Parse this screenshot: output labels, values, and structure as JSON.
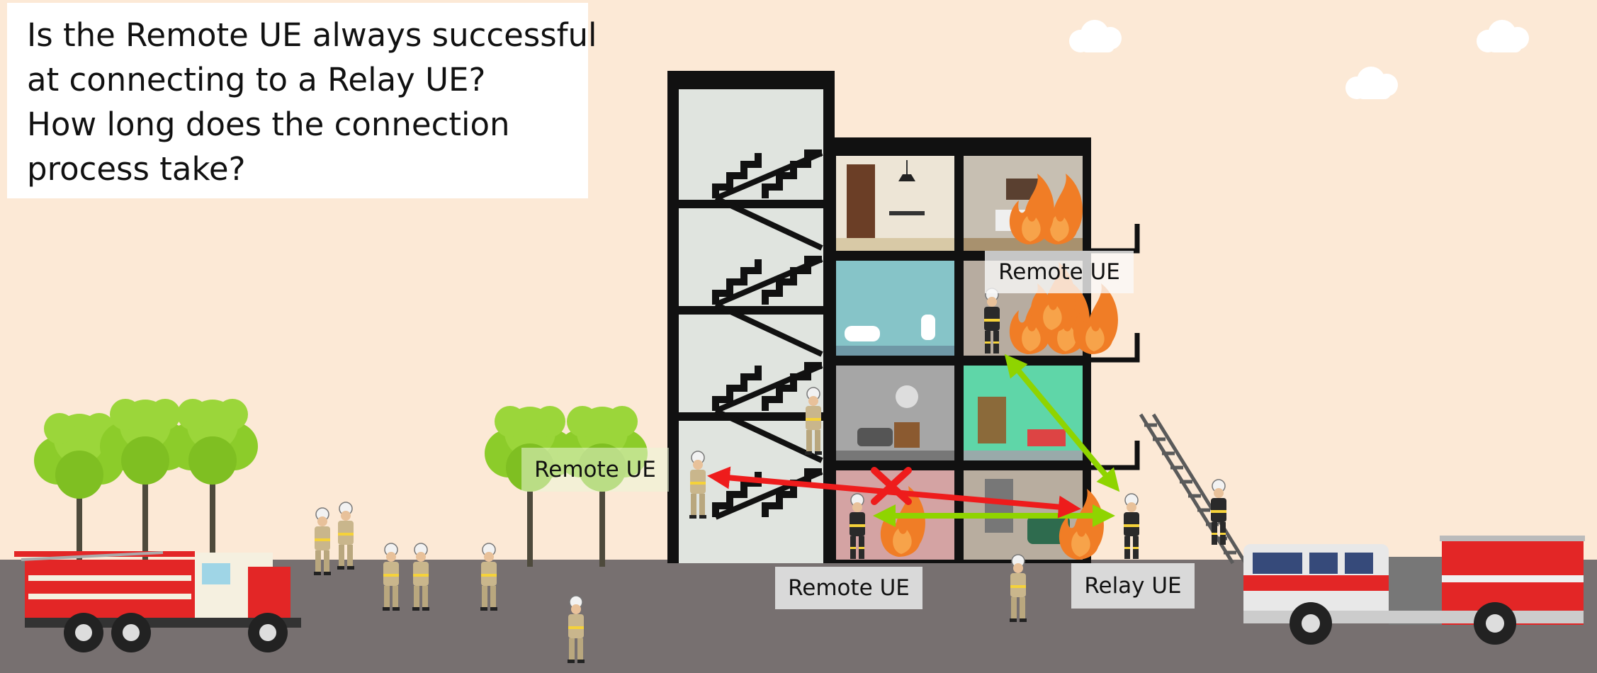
{
  "question": {
    "lines": [
      "Is the Remote UE always successful",
      "at connecting to a Relay UE?",
      "How long does the connection",
      "process take?"
    ]
  },
  "labels": {
    "remote_ue_top": "Remote UE",
    "remote_ue_left": "Remote UE",
    "remote_ue_bottom": "Remote UE",
    "relay_ue": "Relay UE"
  },
  "colors": {
    "sky": "#fce9d6",
    "ground": "#777070",
    "link_ok": "#8fd400",
    "link_fail": "#ee1c1c",
    "truck_red": "#e32626",
    "fire": "#f07d26"
  }
}
